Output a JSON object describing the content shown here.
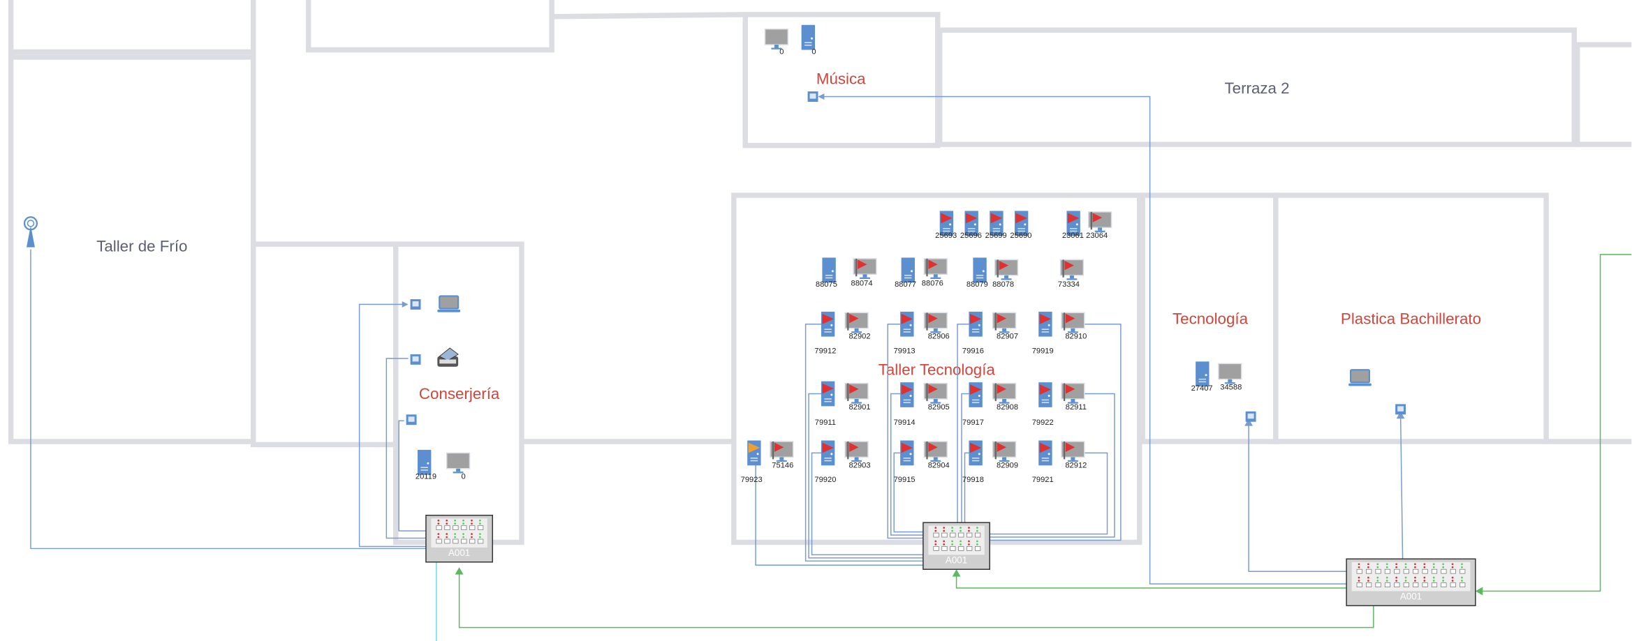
{
  "rooms": {
    "taller_frio": "Taller de Frío",
    "conserjeria": "Conserjería",
    "musica": "Música",
    "terraza2": "Terraza 2",
    "taller_tecnologia": "Taller Tecnología",
    "tecnologia": "Tecnología",
    "plastica": "Plastica Bachillerato"
  },
  "switches": [
    {
      "label": "A001"
    },
    {
      "label": "A001"
    },
    {
      "label": "A001"
    }
  ],
  "colors": {
    "wall": "#dcdce3",
    "room_title": "#d2453a",
    "link": "#7a9bcf",
    "uplink": "#5cb85c",
    "tower": "#5b8fd0",
    "flag": "#e03030"
  },
  "devices": [
    {
      "type": "monitor",
      "label": "0"
    },
    {
      "type": "tower",
      "label": "0"
    },
    {
      "type": "tower-flag",
      "label": "25693"
    },
    {
      "type": "tower-flag",
      "label": "25696"
    },
    {
      "type": "tower-flag",
      "label": "25699"
    },
    {
      "type": "tower-flag",
      "label": "25690"
    },
    {
      "type": "tower-flag",
      "label": "23061"
    },
    {
      "type": "monitor-flag",
      "label": "23064"
    },
    {
      "type": "tower",
      "label": "88075"
    },
    {
      "type": "monitor-flag",
      "label": "88074"
    },
    {
      "type": "tower",
      "label": "88077"
    },
    {
      "type": "monitor-flag",
      "label": "88076"
    },
    {
      "type": "tower",
      "label": "88079"
    },
    {
      "type": "monitor-flag",
      "label": "88078"
    },
    {
      "type": "monitor-flag",
      "label": "73334"
    },
    {
      "type": "tower-flag",
      "label": "79912"
    },
    {
      "type": "monitor-flag",
      "label": "82902"
    },
    {
      "type": "tower-flag",
      "label": "79913"
    },
    {
      "type": "monitor-flag",
      "label": "82906"
    },
    {
      "type": "tower-flag",
      "label": "79916"
    },
    {
      "type": "monitor-flag",
      "label": "82907"
    },
    {
      "type": "tower-flag",
      "label": "79919"
    },
    {
      "type": "monitor-flag",
      "label": "82910"
    },
    {
      "type": "tower-flag",
      "label": "79911"
    },
    {
      "type": "monitor-flag",
      "label": "82901"
    },
    {
      "type": "tower-flag",
      "label": "79914"
    },
    {
      "type": "monitor-flag",
      "label": "82905"
    },
    {
      "type": "tower-flag",
      "label": "79917"
    },
    {
      "type": "monitor-flag",
      "label": "82908"
    },
    {
      "type": "tower-flag",
      "label": "79922"
    },
    {
      "type": "monitor-flag",
      "label": "82911"
    },
    {
      "type": "tower-orange",
      "label": "79923"
    },
    {
      "type": "monitor-flag",
      "label": "75146"
    },
    {
      "type": "tower-flag",
      "label": "79920"
    },
    {
      "type": "monitor-flag",
      "label": "82903"
    },
    {
      "type": "tower-flag",
      "label": "79915"
    },
    {
      "type": "monitor-flag",
      "label": "82904"
    },
    {
      "type": "tower-flag",
      "label": "79918"
    },
    {
      "type": "monitor-flag",
      "label": "82909"
    },
    {
      "type": "tower-flag",
      "label": "79921"
    },
    {
      "type": "monitor-flag",
      "label": "82912"
    },
    {
      "type": "tower",
      "label": "20119"
    },
    {
      "type": "monitor",
      "label": "0"
    },
    {
      "type": "tower",
      "label": "27407"
    },
    {
      "type": "monitor",
      "label": "34588"
    },
    {
      "type": "laptop",
      "label": ""
    },
    {
      "type": "laptop",
      "label": ""
    },
    {
      "type": "printer",
      "label": ""
    },
    {
      "type": "antenna",
      "label": ""
    }
  ]
}
